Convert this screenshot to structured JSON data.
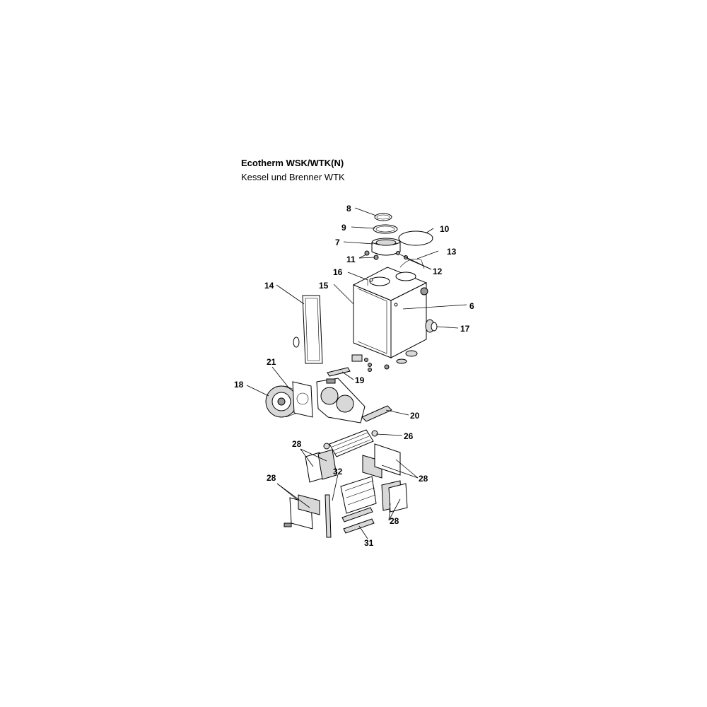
{
  "header": {
    "title": "Ecotherm WSK/WTK(N)",
    "subtitle": "Kessel und Brenner WTK"
  },
  "callouts": [
    {
      "id": "c8",
      "text": "8"
    },
    {
      "id": "c9",
      "text": "9"
    },
    {
      "id": "c10",
      "text": "10"
    },
    {
      "id": "c7",
      "text": "7"
    },
    {
      "id": "c13",
      "text": "13"
    },
    {
      "id": "c11",
      "text": "11"
    },
    {
      "id": "c12",
      "text": "12"
    },
    {
      "id": "c16",
      "text": "16"
    },
    {
      "id": "c14",
      "text": "14"
    },
    {
      "id": "c15",
      "text": "15"
    },
    {
      "id": "c6",
      "text": "6"
    },
    {
      "id": "c17",
      "text": "17"
    },
    {
      "id": "c21",
      "text": "21"
    },
    {
      "id": "c19",
      "text": "19"
    },
    {
      "id": "c18",
      "text": "18"
    },
    {
      "id": "c20",
      "text": "20"
    },
    {
      "id": "c26",
      "text": "26"
    },
    {
      "id": "c28a",
      "text": "28"
    },
    {
      "id": "c32",
      "text": "32"
    },
    {
      "id": "c28b",
      "text": "28"
    },
    {
      "id": "c28c",
      "text": "28"
    },
    {
      "id": "c28d",
      "text": "28"
    },
    {
      "id": "c31",
      "text": "31"
    }
  ]
}
